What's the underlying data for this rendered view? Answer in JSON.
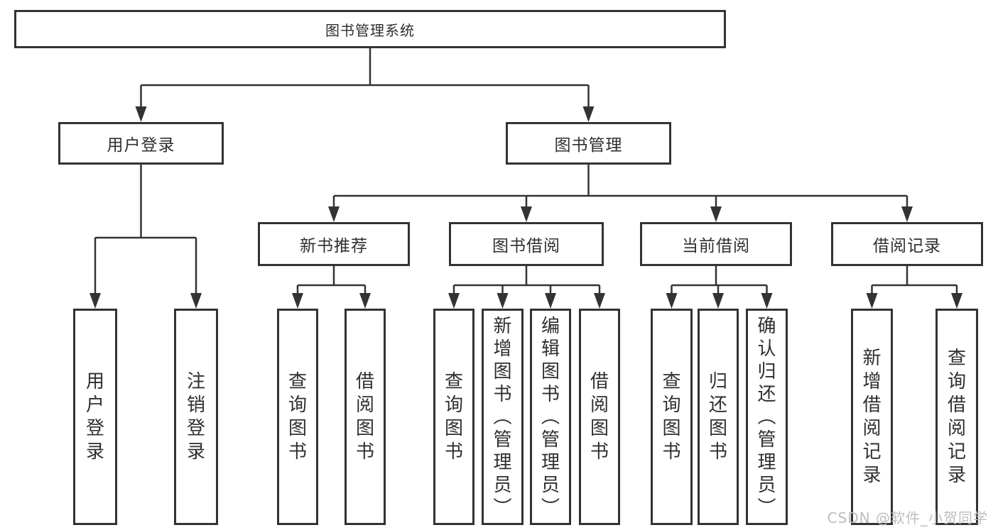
{
  "diagram": {
    "root": {
      "label": "图书管理系统"
    },
    "level1": [
      {
        "label": "用户登录"
      },
      {
        "label": "图书管理"
      }
    ],
    "level2": [
      {
        "label": "新书推荐"
      },
      {
        "label": "图书借阅"
      },
      {
        "label": "当前借阅"
      },
      {
        "label": "借阅记录"
      }
    ],
    "leaves": [
      {
        "label": "用户登录"
      },
      {
        "label": "注销登录"
      },
      {
        "label": "查询图书"
      },
      {
        "label": "借阅图书"
      },
      {
        "label": "查询图书"
      },
      {
        "label": "新增图书（管理员）"
      },
      {
        "label": "编辑图书（管理员）"
      },
      {
        "label": "借阅图书"
      },
      {
        "label": "查询图书"
      },
      {
        "label": "归还图书"
      },
      {
        "label": "确认归还（管理员）"
      },
      {
        "label": "新增借阅记录"
      },
      {
        "label": "查询借阅记录"
      }
    ],
    "line_color": "#333333",
    "box_background": "#ffffff"
  },
  "watermark": {
    "text": "CSDN @软件_小贺同学"
  }
}
